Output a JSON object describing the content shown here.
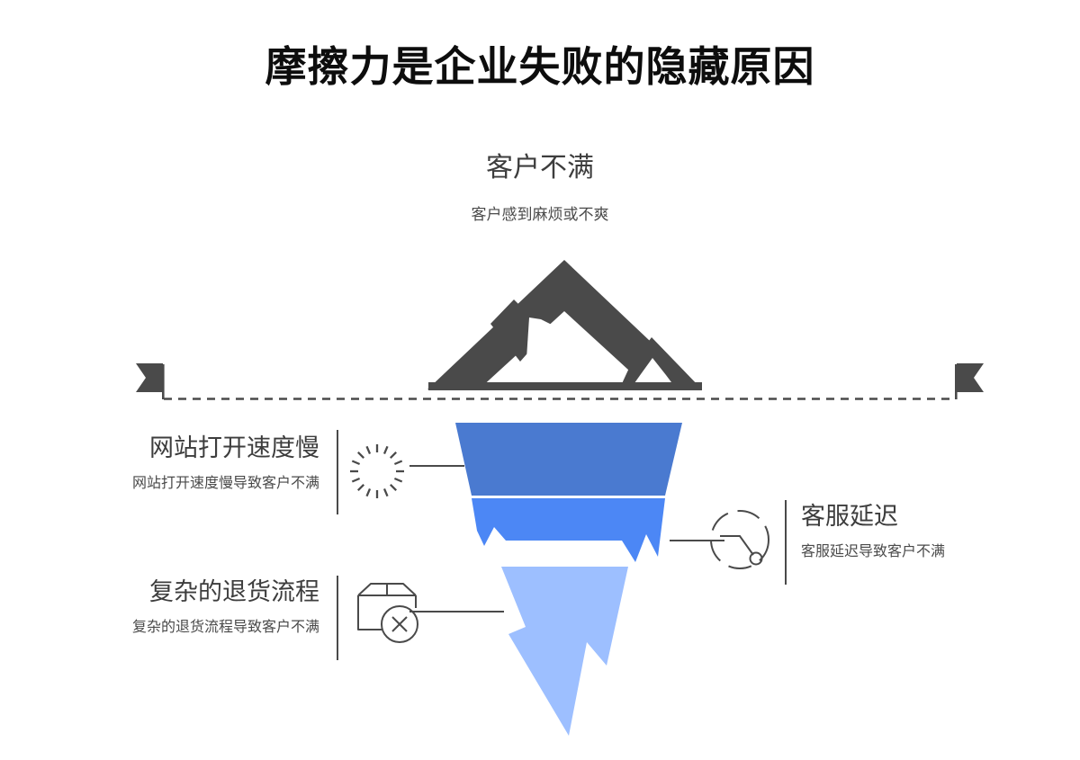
{
  "page": {
    "title": "摩擦力是企业失败的隐藏原因",
    "background_color": "#ffffff"
  },
  "colors": {
    "title_text": "#0d0d0d",
    "body_text": "#3d3d3d",
    "sub_text": "#4a4a4a",
    "mountain": "#4a4a4a",
    "flag": "#4a4a4a",
    "waterline": "#4a4a4a",
    "iceberg_top": "#4a7ad0",
    "iceberg_middle": "#4c87f5",
    "iceberg_bottom": "#9dbfff",
    "connector_line": "#4a4a4a",
    "icon_stroke": "#4a4a4a"
  },
  "top": {
    "icon": "mountain-icon",
    "heading": "客户不满",
    "description": "客户感到麻烦或不爽"
  },
  "waterline": {
    "style": "dashed",
    "left_marker": "flag-marker-left",
    "right_marker": "flag-marker-right"
  },
  "iceberg": {
    "layers": [
      {
        "name": "top-layer",
        "color": "#4a7ad0"
      },
      {
        "name": "middle-layer",
        "color": "#4c87f5"
      },
      {
        "name": "bottom-layer",
        "color": "#9dbfff"
      }
    ]
  },
  "causes": [
    {
      "id": "slow-site",
      "side": "left",
      "icon": "loading-spinner-icon",
      "heading": "网站打开速度慢",
      "description": "网站打开速度慢导致客户不满",
      "layer": "top-layer"
    },
    {
      "id": "support-delay",
      "side": "right",
      "icon": "clock-icon",
      "heading": "客服延迟",
      "description": "客服延迟导致客户不满",
      "layer": "middle-layer"
    },
    {
      "id": "complex-returns",
      "side": "left",
      "icon": "package-rejected-icon",
      "heading": "复杂的退货流程",
      "description": "复杂的退货流程导致客户不满",
      "layer": "bottom-layer"
    }
  ]
}
